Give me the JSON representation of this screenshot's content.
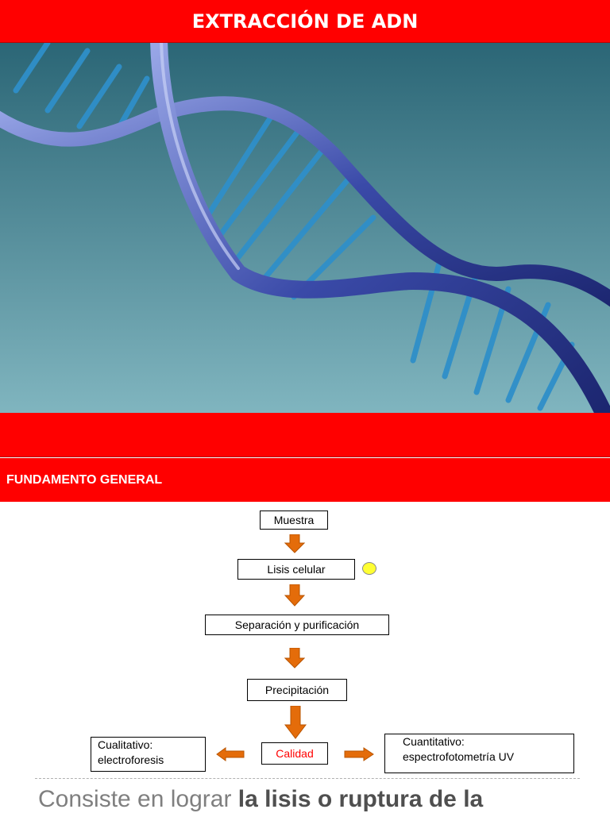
{
  "slide1": {
    "title": "EXTRACCIÓN DE ADN",
    "image_subject": "dna-double-helix"
  },
  "slide2": {
    "heading": "FUNDAMENTO GENERAL",
    "flowchart": {
      "steps": [
        "Muestra",
        "Lisis celular",
        "Separación y purificación",
        "Precipitación"
      ],
      "center_node": "Calidad",
      "left_node": [
        "Cualitativo:",
        "electroforesis"
      ],
      "right_node": [
        "Cuantitativo:",
        "espectrofotometría UV"
      ]
    }
  },
  "caption": {
    "plain": "Consiste en lograr ",
    "bold": "la lisis o ruptura de la"
  },
  "colors": {
    "banner_red": "#ff0000",
    "arrow_orange": "#e46c0a",
    "marker_yellow": "#ffff33"
  }
}
